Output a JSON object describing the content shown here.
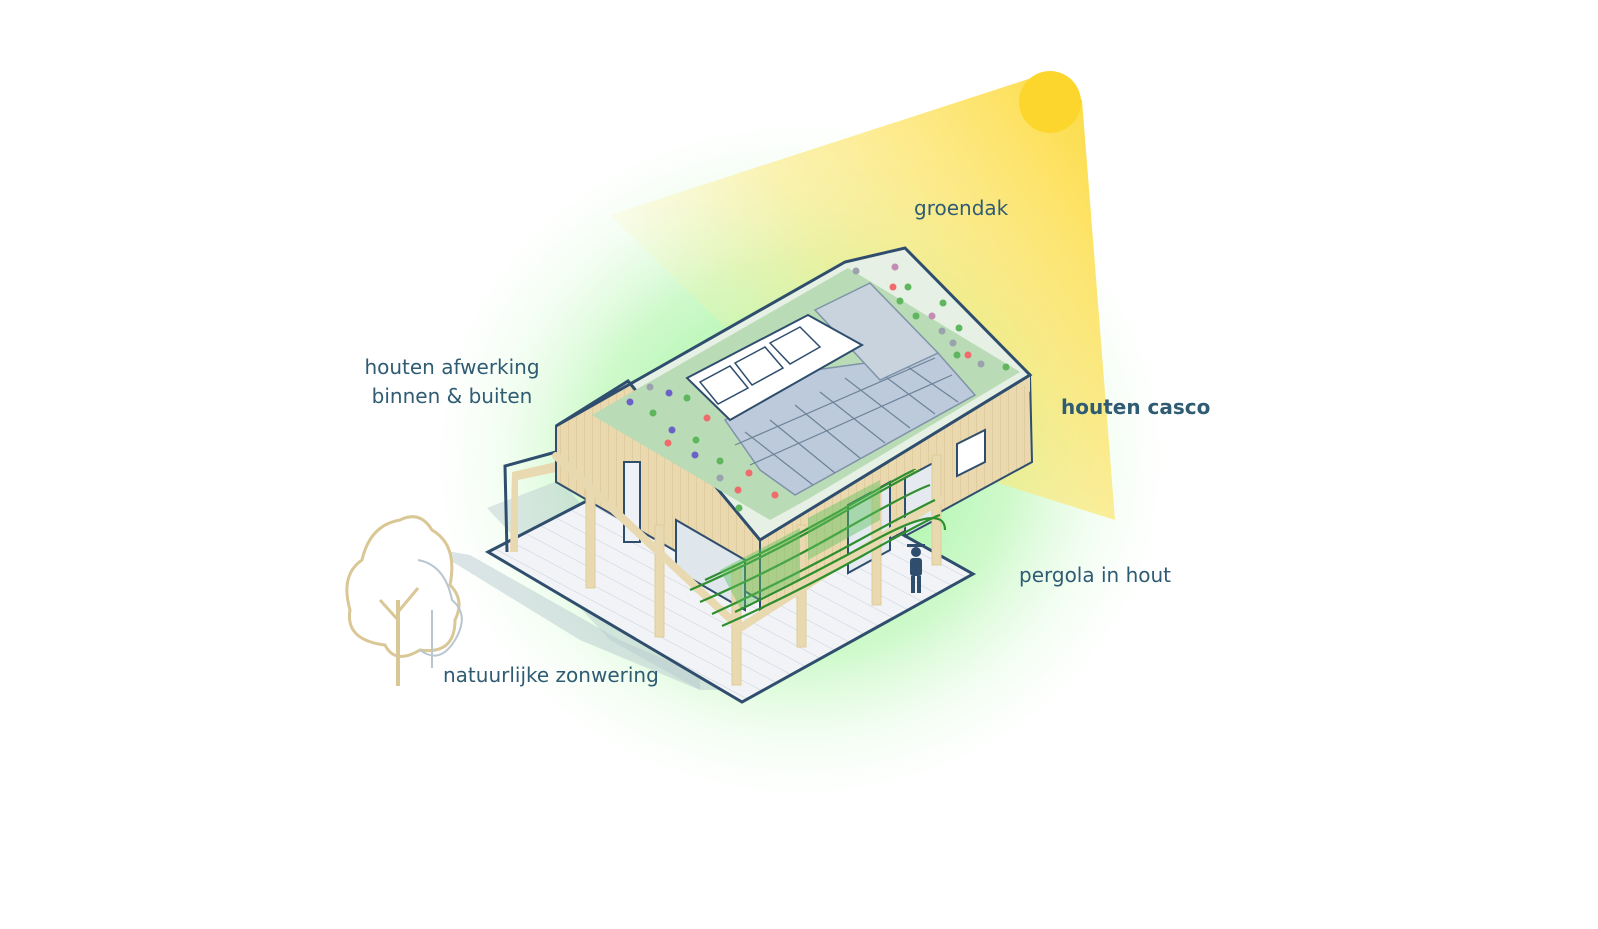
{
  "labels": {
    "groendak": "groendak",
    "houten_afwerking_line1": "houten afwerking",
    "houten_afwerking_line2": "binnen & buiten",
    "houten_casco": "houten casco",
    "pergola": "pergola in hout",
    "zonwering": "natuurlijke zonwering"
  },
  "colors": {
    "text": "#2f5b73",
    "outline": "#2f4e6e",
    "wood": "#e9d9b0",
    "green_glow": "#7ef07e",
    "sun": "#fcd62c",
    "sun_beam": "#fde36b",
    "vine": "#2f8f2f",
    "solar_panel": "#b9c8d6",
    "green_roof": "#b7dcb3"
  },
  "icons": [
    "sun-icon",
    "tree-icon",
    "person-icon"
  ]
}
